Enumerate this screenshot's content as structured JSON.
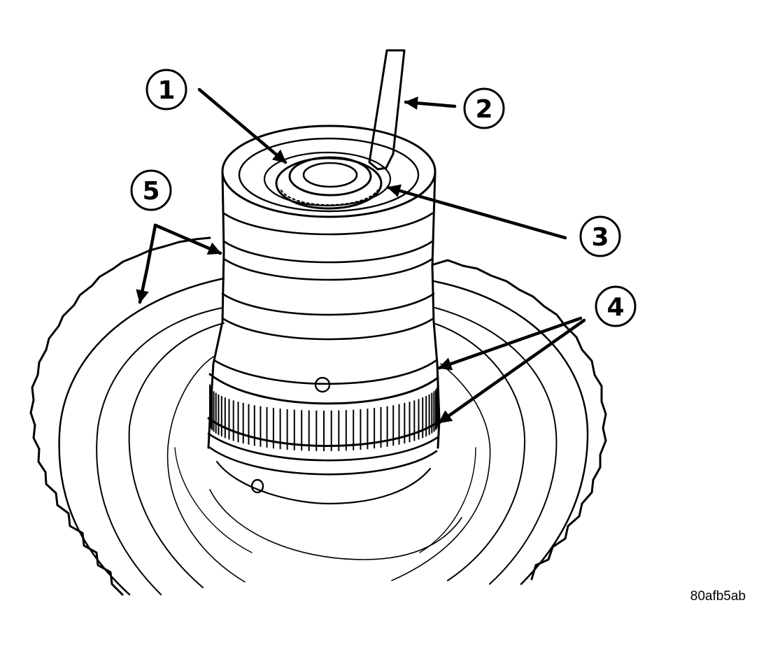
{
  "callouts": [
    {
      "id": "1",
      "label": "1"
    },
    {
      "id": "2",
      "label": "2"
    },
    {
      "id": "3",
      "label": "3"
    },
    {
      "id": "4",
      "label": "4"
    },
    {
      "id": "5",
      "label": "5"
    }
  ],
  "figure_code": "80afb5ab",
  "colors": {
    "ink": "#000000",
    "paper": "#ffffff"
  }
}
